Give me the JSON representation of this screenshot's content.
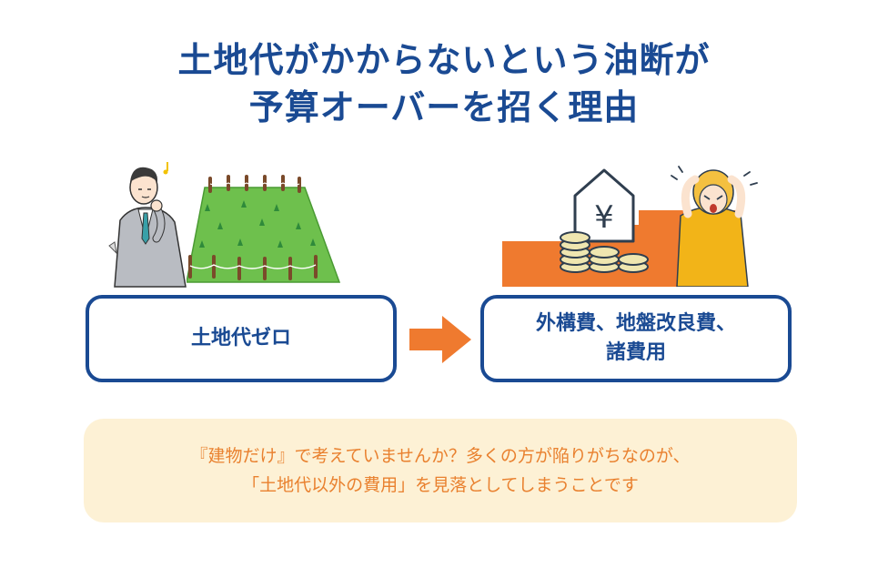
{
  "title": {
    "line1": "土地代がかからないという油断が",
    "line2": "予算オーバーを招く理由"
  },
  "left_box": {
    "label": "土地代ゼロ"
  },
  "right_box": {
    "line1": "外構費、地盤改良費、",
    "line2": "諸費用"
  },
  "right_illustration": {
    "house_symbol": "¥"
  },
  "note": {
    "line1": "『建物だけ』で考えていませんか？多くの方が陥りがちなのが、",
    "line2": "「土地代以外の費用」を見落としてしまうことです"
  },
  "colors": {
    "title": "#1a4a93",
    "box_border": "#1a4a93",
    "arrow": "#ef7a2f",
    "note_bg": "#fdf1d5",
    "note_text": "#e9812f",
    "field_green": "#6ec04d",
    "step_orange": "#ef7a2f",
    "coin": "#efe6b0"
  },
  "icons": [
    "thinking-man-icon",
    "grass-field-icon",
    "yen-house-icon",
    "coin-stack-icon",
    "worried-woman-icon",
    "arrow-right-icon"
  ]
}
